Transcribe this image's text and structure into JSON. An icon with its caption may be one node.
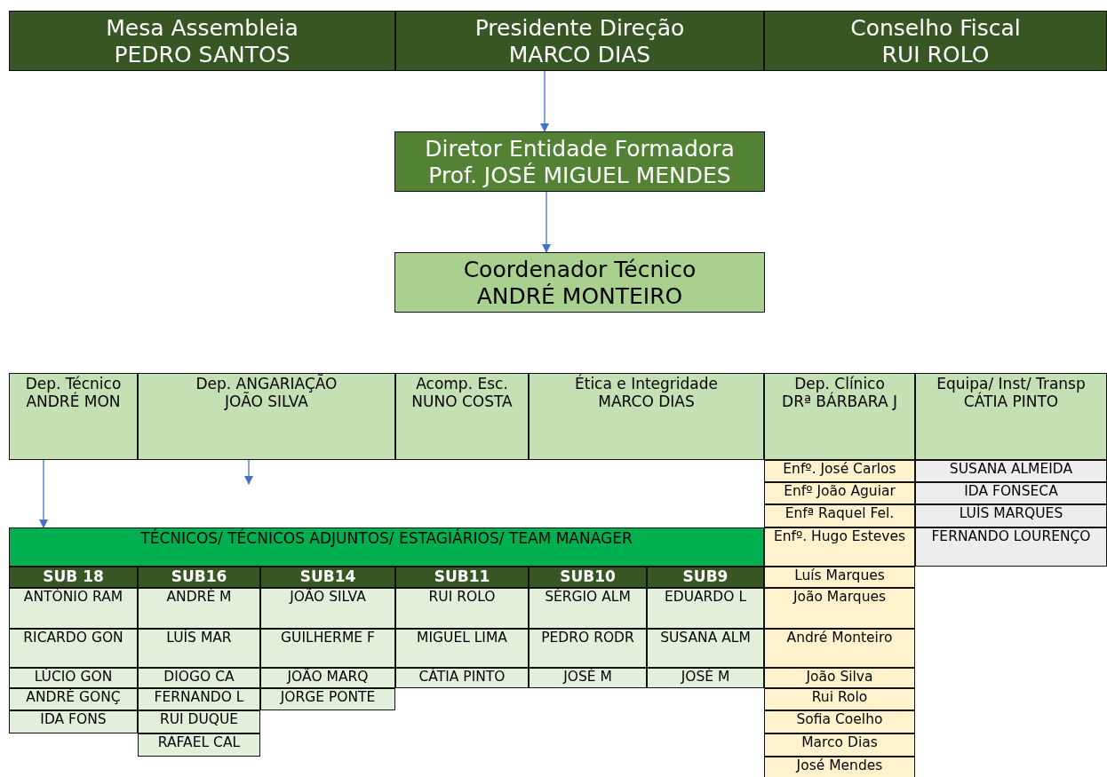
{
  "diagram": {
    "nodes": [
      {
        "text": [
          "Mesa Assembleia",
          "PEDRO SANTOS"
        ]
      },
      {
        "text": [
          "Presidente Direção",
          "MARCO DIAS"
        ]
      },
      {
        "text": [
          "Conselho Fiscal",
          "RUI ROLO"
        ]
      },
      {
        "text": [
          "Diretor Entidade Formadora",
          "Prof. JOSÉ MIGUEL MENDES"
        ]
      },
      {
        "text": [
          "Coordenador Técnico",
          "ANDRÉ MONTEIRO"
        ]
      },
      {
        "text": [
          "Dep. Técnico",
          "ANDRÉ MON"
        ]
      },
      {
        "text": [
          "Dep. ANGARIAÇÃO",
          "JOÃO SILVA"
        ]
      },
      {
        "text": [
          "Acomp. Esc.",
          "NUNO COSTA"
        ]
      },
      {
        "text": [
          "Ética e Integridade",
          "MARCO DIAS"
        ]
      },
      {
        "text": [
          "Dep. Clínico",
          "DRª BÁRBARA J"
        ]
      },
      {
        "text": [
          "Equipa/ Inst/ Transp",
          "CÁTIA PINTO"
        ]
      },
      {
        "text": [
          "TÉCNICOS/ TÉCNICOS ADJUNTOS/ ESTAGIÁRIOS/ TEAM MANAGER"
        ]
      },
      {
        "text": [
          "SUB 18"
        ]
      },
      {
        "text": [
          "SUB16"
        ]
      },
      {
        "text": [
          "SUB14"
        ]
      },
      {
        "text": [
          "SUB11"
        ]
      },
      {
        "text": [
          "SUB10"
        ]
      },
      {
        "text": [
          "SUB9"
        ]
      },
      {
        "text": [
          "ANTÓNIO RAM"
        ]
      },
      {
        "text": [
          "ANDRÉ M"
        ]
      },
      {
        "text": [
          "JOÃO SILVA"
        ]
      },
      {
        "text": [
          "RUI ROLO"
        ]
      },
      {
        "text": [
          "SÉRGIO ALM"
        ]
      },
      {
        "text": [
          "EDUARDO L"
        ]
      },
      {
        "text": [
          "RICARDO GON"
        ]
      },
      {
        "text": [
          "LUÍS MAR"
        ]
      },
      {
        "text": [
          "GUILHERME F"
        ]
      },
      {
        "text": [
          "MIGUEL LIMA"
        ]
      },
      {
        "text": [
          "PEDRO RODR"
        ]
      },
      {
        "text": [
          "SUSANA ALM"
        ]
      },
      {
        "text": [
          "LÚCIO GON"
        ]
      },
      {
        "text": [
          "DIOGO CA"
        ]
      },
      {
        "text": [
          "JOÃO MARQ"
        ]
      },
      {
        "text": [
          "CÁTIA PINTO"
        ]
      },
      {
        "text": [
          "JOSÉ M"
        ]
      },
      {
        "text": [
          "JOSÉ M"
        ]
      },
      {
        "text": [
          "ANDRÉ GONÇ"
        ]
      },
      {
        "text": [
          "FERNANDO L"
        ]
      },
      {
        "text": [
          "JORGE PONTE"
        ]
      },
      {
        "text": [
          "IDA FONS"
        ]
      },
      {
        "text": [
          "RUI DUQUE"
        ]
      },
      {
        "text": [
          "RAFAEL CAL"
        ]
      },
      {
        "text": [
          "Enfº. José Carlos"
        ]
      },
      {
        "text": [
          "Enfº João Aguiar"
        ]
      },
      {
        "text": [
          "Enfª Raquel Fel."
        ]
      },
      {
        "text": [
          "Enfº. Hugo Esteves"
        ]
      },
      {
        "text": [
          "Luís Marques"
        ]
      },
      {
        "text": [
          "João Marques"
        ]
      },
      {
        "text": [
          "André Monteiro"
        ]
      },
      {
        "text": [
          "João Silva"
        ]
      },
      {
        "text": [
          "Rui Rolo"
        ]
      },
      {
        "text": [
          "Sofia Coelho"
        ]
      },
      {
        "text": [
          "Marco Dias"
        ]
      },
      {
        "text": [
          "José Mendes"
        ]
      },
      {
        "text": [
          "SUSANA ALMEIDA"
        ]
      },
      {
        "text": [
          "IDA FONSECA"
        ]
      },
      {
        "text": [
          "LUÍS MARQUES"
        ]
      },
      {
        "text": [
          "FERNANDO LOURENÇO"
        ]
      }
    ],
    "edges": [
      {
        "from": 1,
        "to": 3,
        "arrow": "to"
      },
      {
        "from": 3,
        "to": 4,
        "arrow": "to"
      },
      {
        "from": 5,
        "to": 11,
        "arrow": "to"
      },
      {
        "from": 6,
        "to": null,
        "arrow": "to"
      }
    ]
  }
}
